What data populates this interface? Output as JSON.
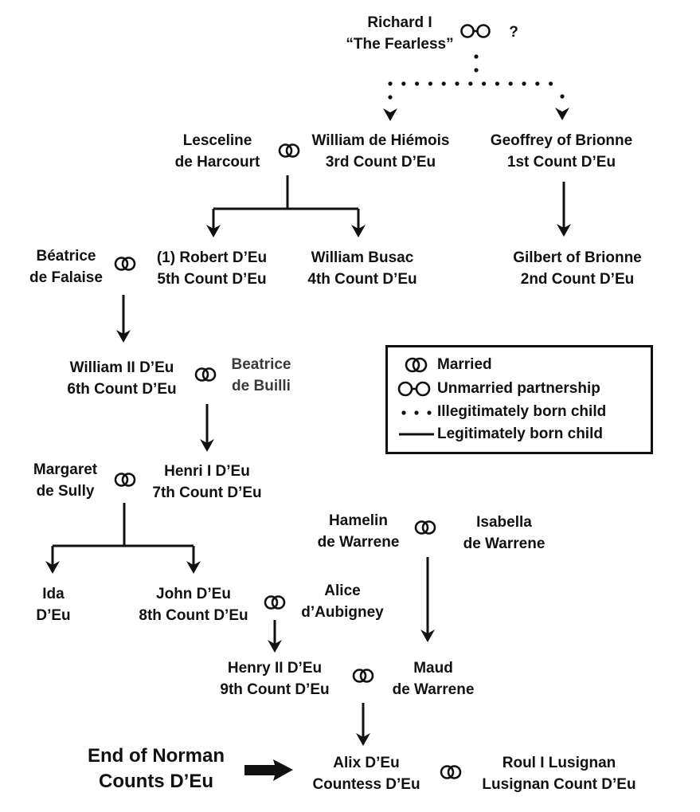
{
  "diagram": {
    "type": "family-tree",
    "nodes": {
      "richard": [
        "Richard I",
        "“The Fearless”"
      ],
      "unknown": [
        "?"
      ],
      "lesceline": [
        "Lesceline",
        "de Harcourt"
      ],
      "william_hiemois": [
        "William de Hiémois",
        "3rd Count D’Eu"
      ],
      "geoffrey": [
        "Geoffrey of Brionne",
        "1st Count D’Eu"
      ],
      "beatrice_falaise": [
        "Béatrice",
        "de Falaise"
      ],
      "robert": [
        "(1) Robert D’Eu",
        "5th Count D’Eu"
      ],
      "william_busac": [
        "William Busac",
        "4th Count D’Eu"
      ],
      "gilbert": [
        "Gilbert of Brionne",
        "2nd Count D’Eu"
      ],
      "william2": [
        "William II D’Eu",
        "6th Count D’Eu"
      ],
      "beatrice_builli": [
        "Beatrice",
        "de Builli"
      ],
      "margaret": [
        "Margaret",
        "de Sully"
      ],
      "henri1": [
        "Henri I D’Eu",
        "7th Count D’Eu"
      ],
      "hamelin": [
        "Hamelin",
        "de Warrene"
      ],
      "isabella": [
        "Isabella",
        "de Warrene"
      ],
      "ida": [
        "Ida",
        "D’Eu"
      ],
      "john": [
        "John D’Eu",
        "8th Count D’Eu"
      ],
      "alice": [
        "Alice",
        "d’Aubigney"
      ],
      "henry2": [
        "Henry II D’Eu",
        "9th Count D’Eu"
      ],
      "maud": [
        "Maud",
        "de Warrene"
      ],
      "end_note": [
        "End of Norman",
        "Counts D’Eu"
      ],
      "alix": [
        "Alix D’Eu",
        "Countess D’Eu"
      ],
      "roul": [
        "Roul I Lusignan",
        "Lusignan Count D’Eu"
      ]
    },
    "partnerships": [
      {
        "a": "richard",
        "b": "unknown",
        "kind": "unmarried"
      },
      {
        "a": "lesceline",
        "b": "william_hiemois",
        "kind": "married"
      },
      {
        "a": "beatrice_falaise",
        "b": "robert",
        "kind": "married"
      },
      {
        "a": "william2",
        "b": "beatrice_builli",
        "kind": "married"
      },
      {
        "a": "margaret",
        "b": "henri1",
        "kind": "married"
      },
      {
        "a": "hamelin",
        "b": "isabella",
        "kind": "married"
      },
      {
        "a": "john",
        "b": "alice",
        "kind": "married"
      },
      {
        "a": "henry2",
        "b": "maud",
        "kind": "married"
      },
      {
        "a": "alix",
        "b": "roul",
        "kind": "married"
      }
    ],
    "descents": [
      {
        "from": "richard+unknown",
        "to": [
          "william_hiemois",
          "geoffrey"
        ],
        "kind": "illegitimate"
      },
      {
        "from": "lesceline+william_hiemois",
        "to": [
          "robert",
          "william_busac"
        ],
        "kind": "legitimate"
      },
      {
        "from": "geoffrey",
        "to": [
          "gilbert"
        ],
        "kind": "legitimate"
      },
      {
        "from": "beatrice_falaise+robert",
        "to": [
          "william2"
        ],
        "kind": "legitimate"
      },
      {
        "from": "william2+beatrice_builli",
        "to": [
          "henri1"
        ],
        "kind": "legitimate"
      },
      {
        "from": "margaret+henri1",
        "to": [
          "ida",
          "john"
        ],
        "kind": "legitimate"
      },
      {
        "from": "john+alice",
        "to": [
          "henry2"
        ],
        "kind": "legitimate"
      },
      {
        "from": "hamelin+isabella",
        "to": [
          "maud"
        ],
        "kind": "legitimate"
      },
      {
        "from": "henry2+maud",
        "to": [
          "alix"
        ],
        "kind": "legitimate"
      },
      {
        "from": "end_note",
        "to": [
          "alix"
        ],
        "kind": "pointer"
      }
    ]
  },
  "legend": {
    "items": [
      {
        "symbol": "married-rings-icon",
        "label": "Married"
      },
      {
        "symbol": "unmarried-rings-icon",
        "label": "Unmarried partnership"
      },
      {
        "symbol": "dotted-line-icon",
        "label": "Illegitimately born child"
      },
      {
        "symbol": "solid-line-icon",
        "label": "Legitimately born child"
      }
    ]
  },
  "colors": {
    "ink": "#111111",
    "secondary_text": "#3a3a3a",
    "background": "#ffffff"
  }
}
